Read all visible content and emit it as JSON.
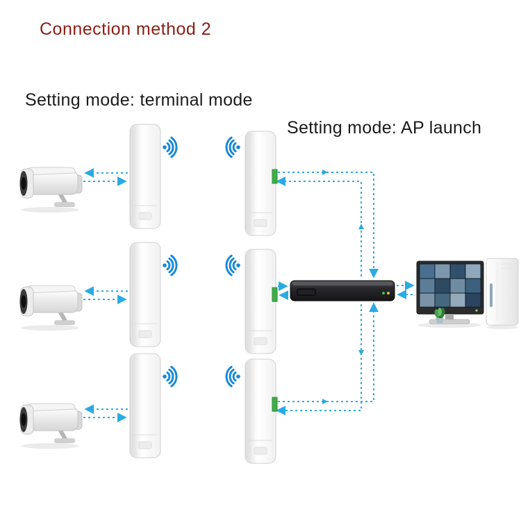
{
  "title": {
    "text": "Connection method 2",
    "color": "#8a1e15"
  },
  "labels": {
    "terminal_mode": "Setting mode: terminal mode",
    "ap_launch": "Setting mode: AP launch"
  },
  "colors": {
    "arrow": "#29abe2",
    "wifi_icon": "#1688d8",
    "ap_port_green": "#3fae49",
    "background": "#ffffff"
  },
  "icons": {
    "wifi": "wifi-signal-icon",
    "flow": "dotted-data-flow-arrow"
  },
  "devices": {
    "cameras": [
      "camera-1",
      "camera-2",
      "camera-3"
    ],
    "terminal_bridges": [
      "wireless-bridge-terminal-1",
      "wireless-bridge-terminal-2",
      "wireless-bridge-terminal-3"
    ],
    "ap_bridges": [
      "wireless-bridge-ap-1",
      "wireless-bridge-ap-2",
      "wireless-bridge-ap-3"
    ],
    "recorder": "nvr-recorder",
    "display": "surveillance-monitor",
    "cabinet": "wall-mounted-box"
  },
  "monitor_feed_palette": [
    "#4a6e8f",
    "#7c97ad",
    "#31506b",
    "#8fa8bc",
    "#5b7d98",
    "#2e4a63",
    "#6f8ba1",
    "#3d607e",
    "#7b93a8",
    "#46687f",
    "#93aabb",
    "#2b4560"
  ]
}
